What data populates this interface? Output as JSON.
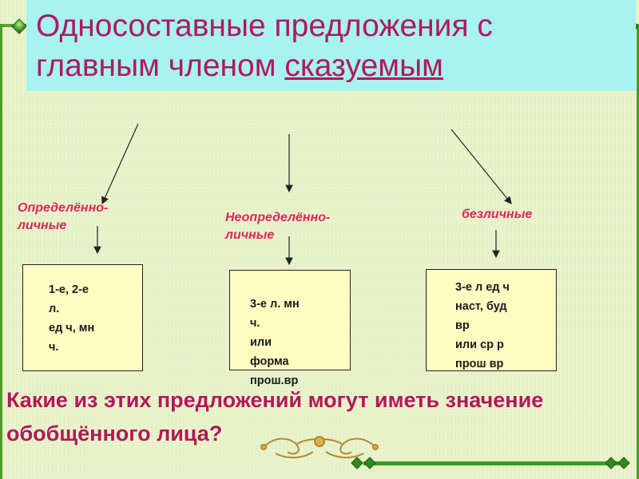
{
  "slide": {
    "title_part1": "Односоставные предложения с главным членом ",
    "title_underlined": "сказуемым",
    "branches": [
      {
        "label_lines": [
          "Определённо-",
          "личные"
        ],
        "box_lines": [
          "1-е, 2-е",
          "л.",
          "ед ч, мн",
          "ч."
        ]
      },
      {
        "label_lines": [
          "Неопределённо-",
          "личные"
        ],
        "box_lines": [
          "3-е л. мн",
          "ч.",
          "или",
          "форма",
          "прош.вр"
        ]
      },
      {
        "label_lines": [
          "безличные"
        ],
        "box_lines": [
          "3-е л ед ч",
          "наст, буд",
          "вр",
          "или ср р",
          "прош вр"
        ]
      }
    ],
    "question": "Какие из этих предложений могут иметь значение обобщённого лица?"
  },
  "colors": {
    "title_text": "#b2185a",
    "title_bg": "#a6f3f1",
    "label_text": "#e0245e",
    "box_bg": "#fffcc2",
    "slide_bg": "#e8f2c9",
    "frame": "#4c9a2a"
  },
  "icons": [
    "bead-icon",
    "ornament-icon",
    "arrow-icon"
  ]
}
